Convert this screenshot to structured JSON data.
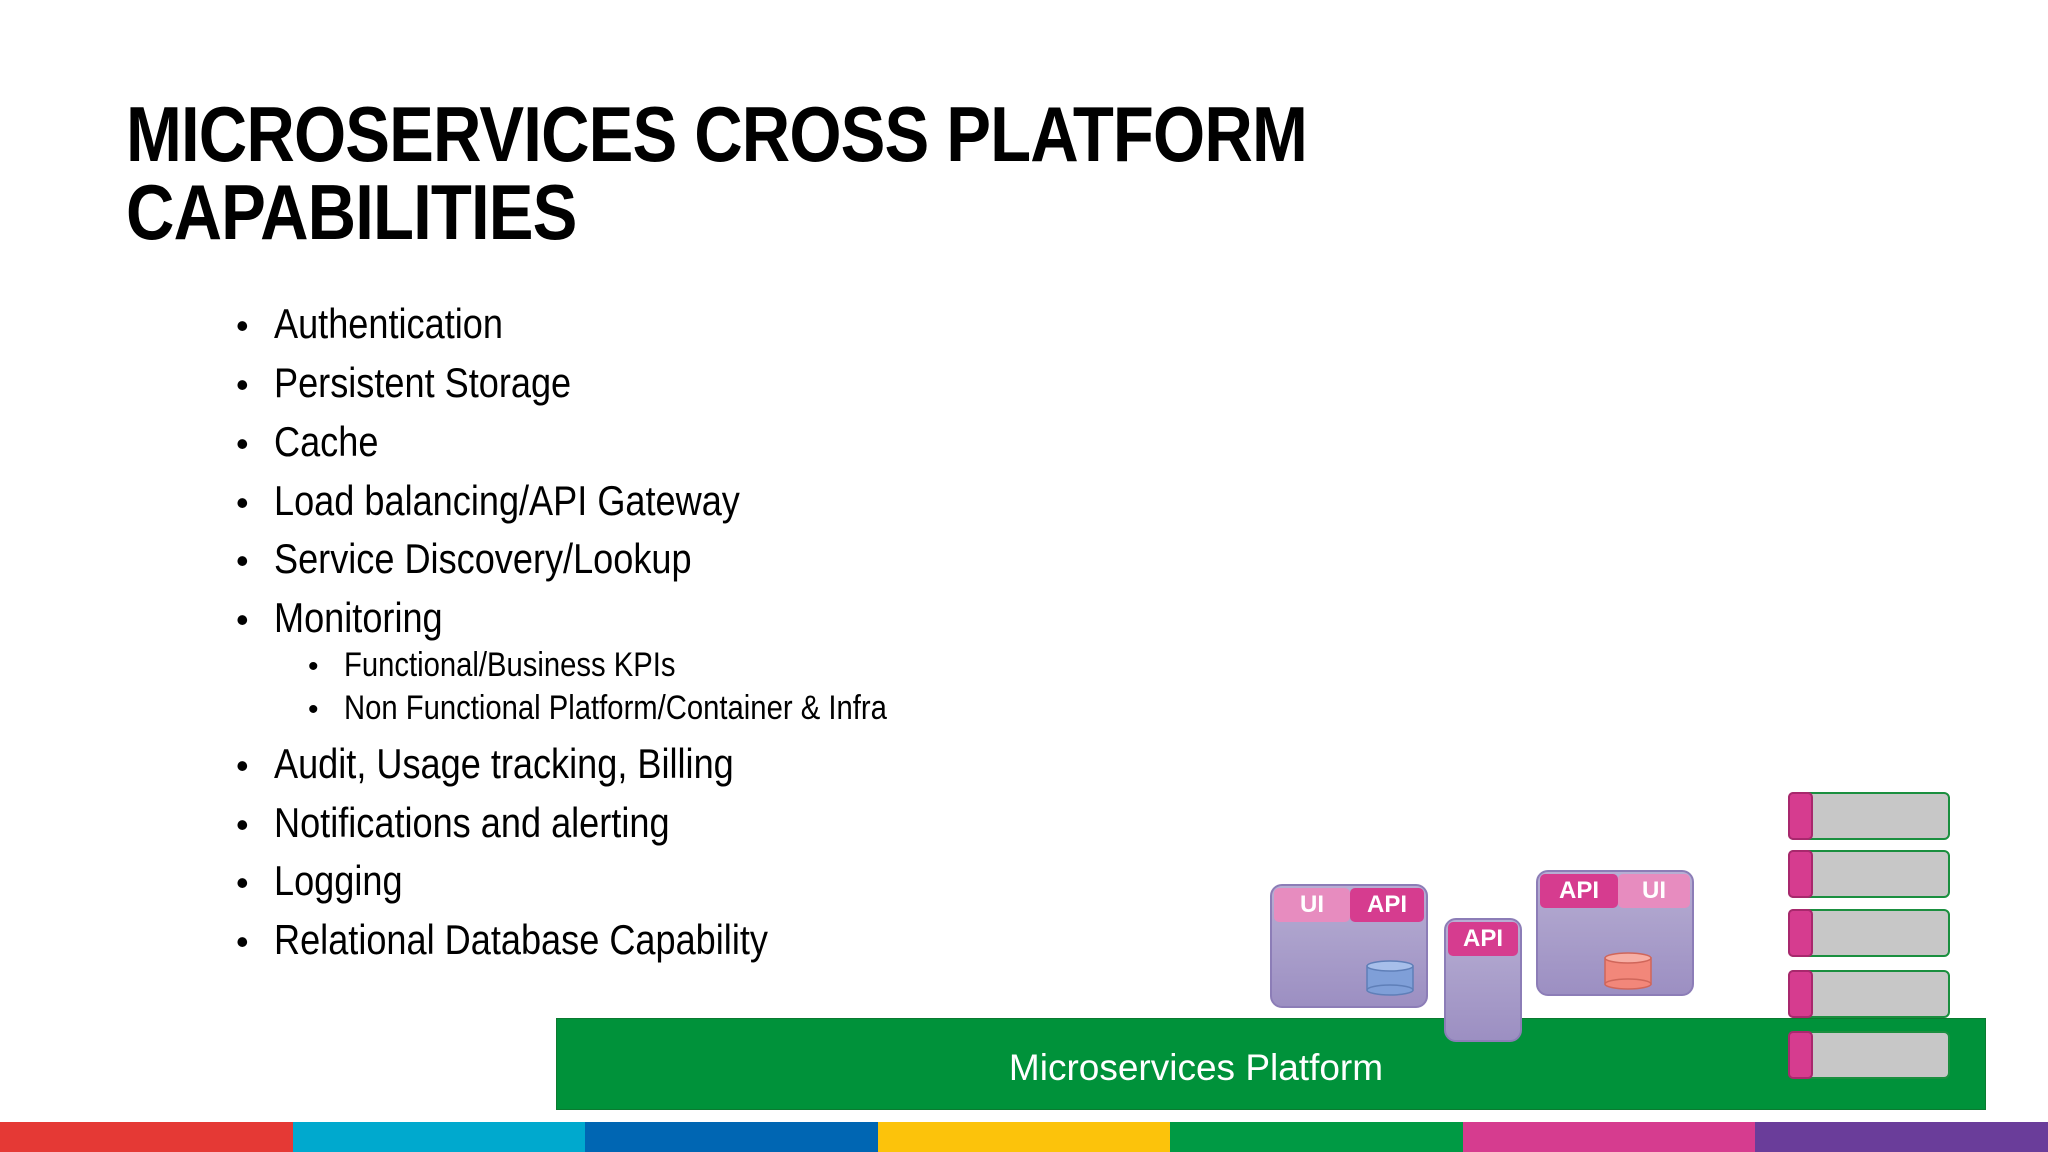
{
  "slide": {
    "title_line1": "MICROSERVICES CROSS PLATFORM",
    "title_line2": "CAPABILITIES"
  },
  "bullets": [
    "Authentication",
    "Persistent Storage",
    "Cache",
    "Load balancing/API Gateway",
    "Service Discovery/Lookup",
    "Monitoring",
    "Audit, Usage tracking, Billing",
    "Notifications and alerting",
    "Logging",
    "Relational Database Capability"
  ],
  "sub_bullets": [
    "Functional/Business KPIs",
    "Non Functional Platform/Container & Infra"
  ],
  "bullet_glyph": "•",
  "diagram": {
    "platform_label": "Microservices Platform",
    "service1": {
      "left_tag": "UI",
      "right_tag": "API",
      "db_color": "#7f9fd8"
    },
    "service2": {
      "tag": "API"
    },
    "service3": {
      "left_tag": "API",
      "right_tag": "UI",
      "db_color": "#f2877a"
    },
    "stack_count": 5
  },
  "colors": {
    "platform": "#00923a",
    "api_tag": "#d63c8f",
    "ui_tag": "#e78cbf",
    "service_box": "#a99dc9",
    "bottom_bar": [
      "#e53935",
      "#00a9ce",
      "#0066b3",
      "#fcc30b",
      "#009a44",
      "#d63c8f",
      "#6a3d9a"
    ]
  }
}
